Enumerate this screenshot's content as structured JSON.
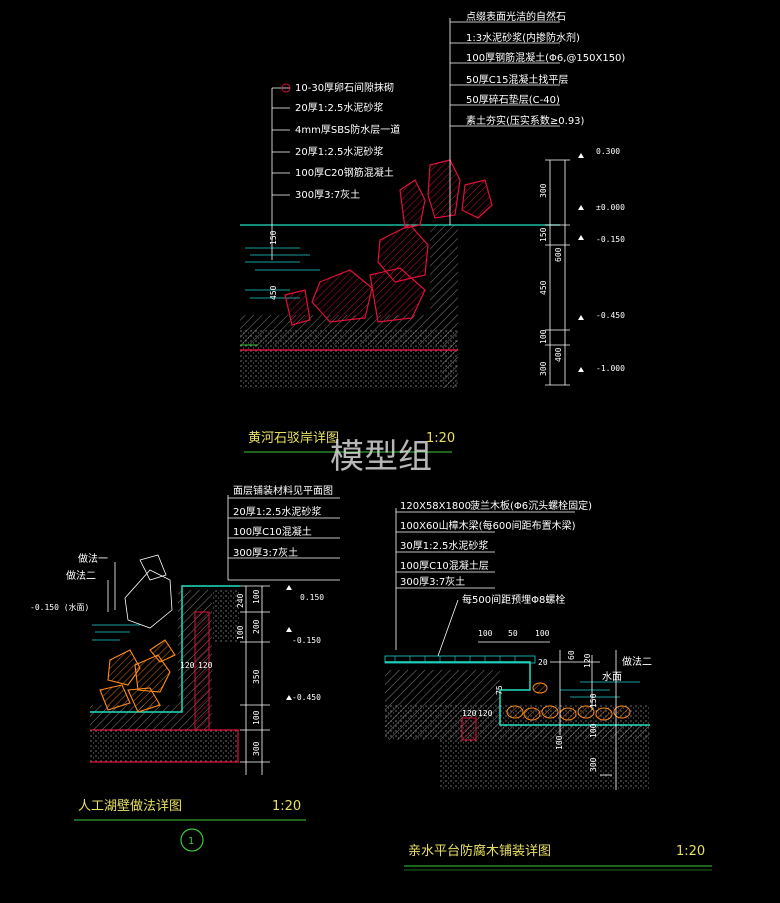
{
  "watermark": "模型组",
  "detail1": {
    "title": "黄河石驳岸详图",
    "scale": "1:20",
    "left_notes": [
      "10-30厚卵石间隙抹砌",
      "20厚1:2.5水泥砂浆",
      "4mm厚SBS防水层一道",
      "20厚1:2.5水泥砂浆",
      "100厚C20钢筋混凝土",
      "300厚3:7灰土"
    ],
    "right_notes": [
      "点缀表面光洁的自然石",
      "1:3水泥砂浆(内掺防水剂)",
      "100厚钢筋混凝土(Φ6,@150X150)",
      "50厚C15混凝土找平层",
      "50厚碎石垫层(C-40)",
      "素土夯实(压实系数≥0.93)"
    ],
    "levels": [
      "0.300",
      "±0.000",
      "-0.150",
      "-0.450",
      "-1.000"
    ],
    "dims_right": [
      "300",
      "150",
      "600",
      "450",
      "100",
      "400",
      "300"
    ],
    "dims_left": [
      "150",
      "450"
    ]
  },
  "detail2": {
    "title": "人工湖壁做法详图",
    "scale": "1:20",
    "circle_no": "1",
    "notes": [
      "面层铺装材料见平面图",
      "20厚1:2.5水泥砂浆",
      "100厚C10混凝土",
      "300厚3:7灰土"
    ],
    "left_tags": [
      "做法一",
      "做法二"
    ],
    "water_level": "-0.150  (水面)",
    "levels": [
      "0.150",
      "-0.150",
      "-0.450"
    ],
    "dims": [
      "240",
      "100",
      "200",
      "100",
      "350",
      "100",
      "300"
    ],
    "wall_dims": [
      "120",
      "120"
    ]
  },
  "detail3": {
    "title": "亲水平台防腐木铺装详图",
    "scale": "1:20",
    "notes": [
      "120X58X1800",
      "100X60山樟木梁(每600间距布置木梁)",
      "30厚1:2.5水泥砂浆",
      "100厚C10混凝土层",
      "300厚3:7灰土"
    ],
    "top_note": "菠兰木板(Φ6沉头螺栓固定)",
    "bolt_note": "每500间距预埋Φ8螺栓",
    "top_dims": [
      "100",
      "50",
      "100"
    ],
    "right_tags": [
      "做法二",
      "水面"
    ],
    "dims": [
      "60",
      "120",
      "150",
      "20",
      "100",
      "300",
      "100"
    ],
    "wall_dims": [
      "120",
      "120",
      "75"
    ]
  }
}
